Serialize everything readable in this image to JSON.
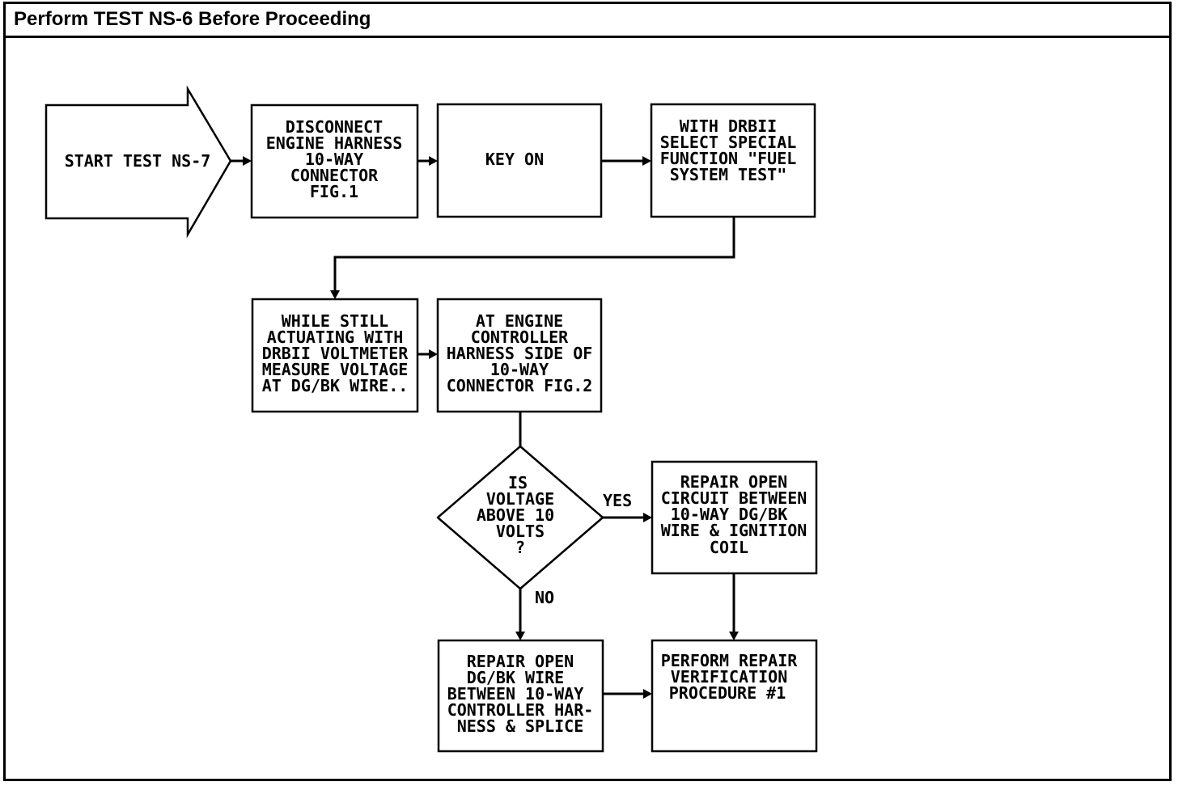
{
  "header": {
    "title": "Perform TEST NS-6 Before Proceeding"
  },
  "flowchart": {
    "start": {
      "line1": "START TEST NS-7"
    },
    "disconnect": {
      "l1": "DISCONNECT",
      "l2": "ENGINE HARNESS",
      "l3": "10-WAY",
      "l4": "CONNECTOR",
      "l5": "FIG.1"
    },
    "key_on": {
      "l1": "KEY ON"
    },
    "drbii": {
      "l1": "WITH DRBII",
      "l2": "SELECT SPECIAL",
      "l3": "FUNCTION \"FUEL",
      "l4": "SYSTEM TEST\""
    },
    "while_still": {
      "l1": "WHILE STILL",
      "l2": "ACTUATING WITH",
      "l3": "DRBII VOLTMETER",
      "l4": "MEASURE VOLTAGE",
      "l5": "AT DG/BK WIRE.."
    },
    "at_engine": {
      "l1": "AT ENGINE",
      "l2": "CONTROLLER",
      "l3": "HARNESS SIDE OF",
      "l4": "10-WAY",
      "l5": "CONNECTOR FIG.2"
    },
    "decision": {
      "l1": "IS",
      "l2": "VOLTAGE",
      "l3": "ABOVE 10",
      "l4": "VOLTS",
      "l5": "?"
    },
    "yes_label": "YES",
    "no_label": "NO",
    "repair_circuit": {
      "l1": "REPAIR OPEN",
      "l2": "CIRCUIT BETWEEN",
      "l3": "10-WAY DG/BK",
      "l4": "WIRE & IGNITION",
      "l5": "COIL"
    },
    "repair_wire": {
      "l1": "REPAIR OPEN",
      "l2": "DG/BK WIRE",
      "l3": "BETWEEN 10-WAY",
      "l4": "CONTROLLER HAR-",
      "l5": "NESS & SPLICE"
    },
    "verification": {
      "l1": "PERFORM REPAIR",
      "l2": "VERIFICATION",
      "l3": "PROCEDURE #1"
    }
  }
}
